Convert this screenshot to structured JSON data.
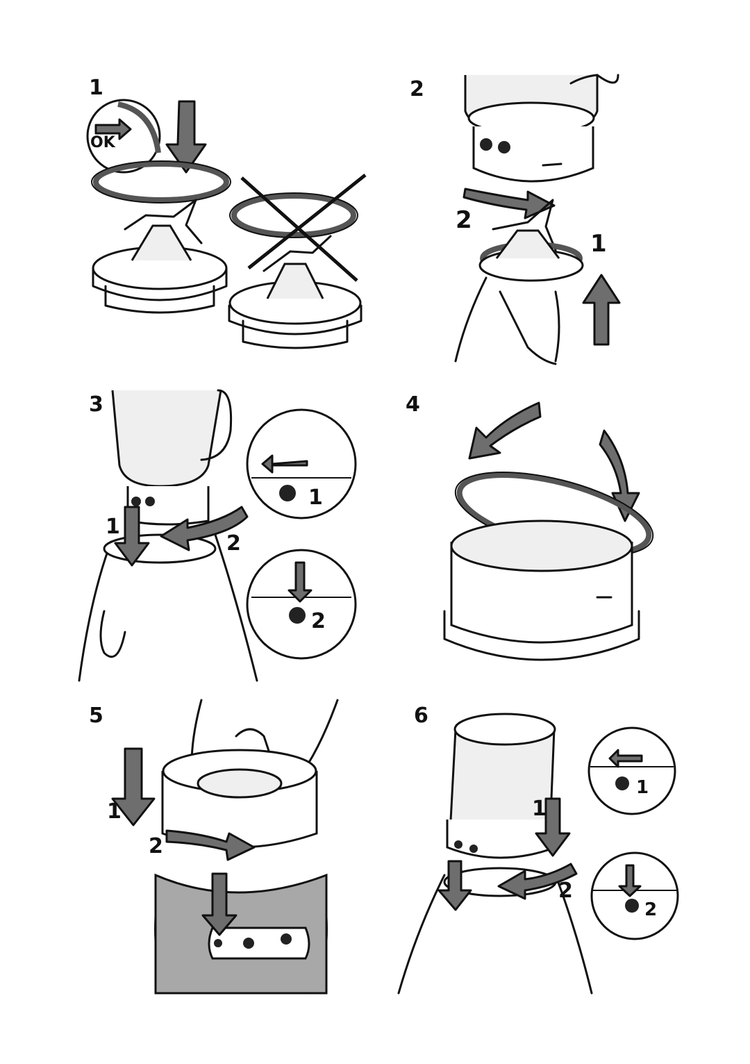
{
  "steps": [
    {
      "number": "1",
      "labels": {
        "ok": "OK"
      }
    },
    {
      "number": "2",
      "labels": {
        "a": "2",
        "b": "1"
      }
    },
    {
      "number": "3",
      "labels": {
        "a": "1",
        "b": "2",
        "inset1": "1",
        "inset2": "2"
      }
    },
    {
      "number": "4",
      "labels": {}
    },
    {
      "number": "5",
      "labels": {
        "a": "1",
        "b": "2"
      }
    },
    {
      "number": "6",
      "labels": {
        "a": "1",
        "b": "2",
        "inset1": "1",
        "inset2": "2"
      }
    }
  ],
  "icons": {
    "arrow": "grey-arrow",
    "unlock": "unlock-icon",
    "lock": "lock-icon",
    "cross": "x-mark"
  },
  "colors": {
    "arrow_fill": "#6e6e6e",
    "line": "#111111",
    "shade": "#d6d6d6"
  }
}
